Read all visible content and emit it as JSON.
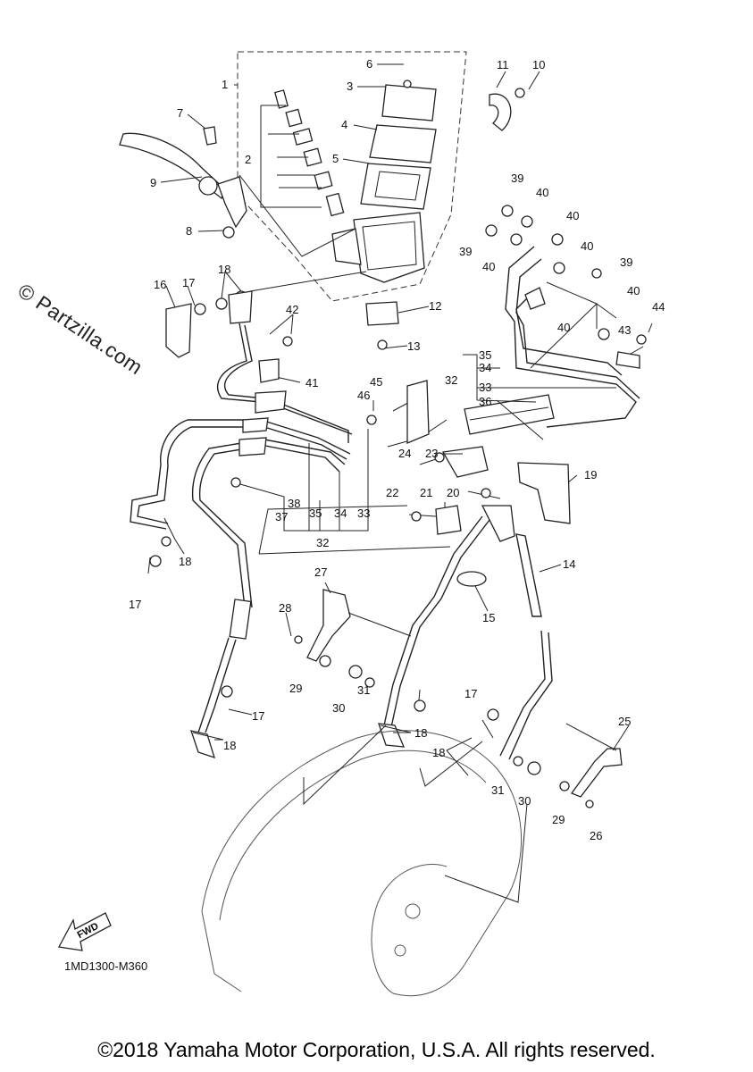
{
  "watermark": "© Partzilla.com",
  "diagram_code": "1MD1300-M360",
  "copyright": "©2018 Yamaha Motor Corporation, U.S.A. All rights reserved.",
  "fwd_label": "FWD",
  "callouts": [
    "1",
    "2",
    "3",
    "4",
    "5",
    "6",
    "7",
    "8",
    "9",
    "10",
    "11",
    "12",
    "13",
    "14",
    "15",
    "16",
    "17",
    "17",
    "17",
    "17",
    "18",
    "18",
    "18",
    "18",
    "19",
    "20",
    "21",
    "22",
    "23",
    "24",
    "25",
    "26",
    "27",
    "28",
    "29",
    "29",
    "30",
    "30",
    "31",
    "31",
    "32",
    "32",
    "33",
    "33",
    "34",
    "34",
    "35",
    "35",
    "36",
    "37",
    "38",
    "39",
    "39",
    "39",
    "40",
    "40",
    "40",
    "40",
    "40",
    "40",
    "41",
    "42",
    "43",
    "44",
    "45",
    "46"
  ]
}
